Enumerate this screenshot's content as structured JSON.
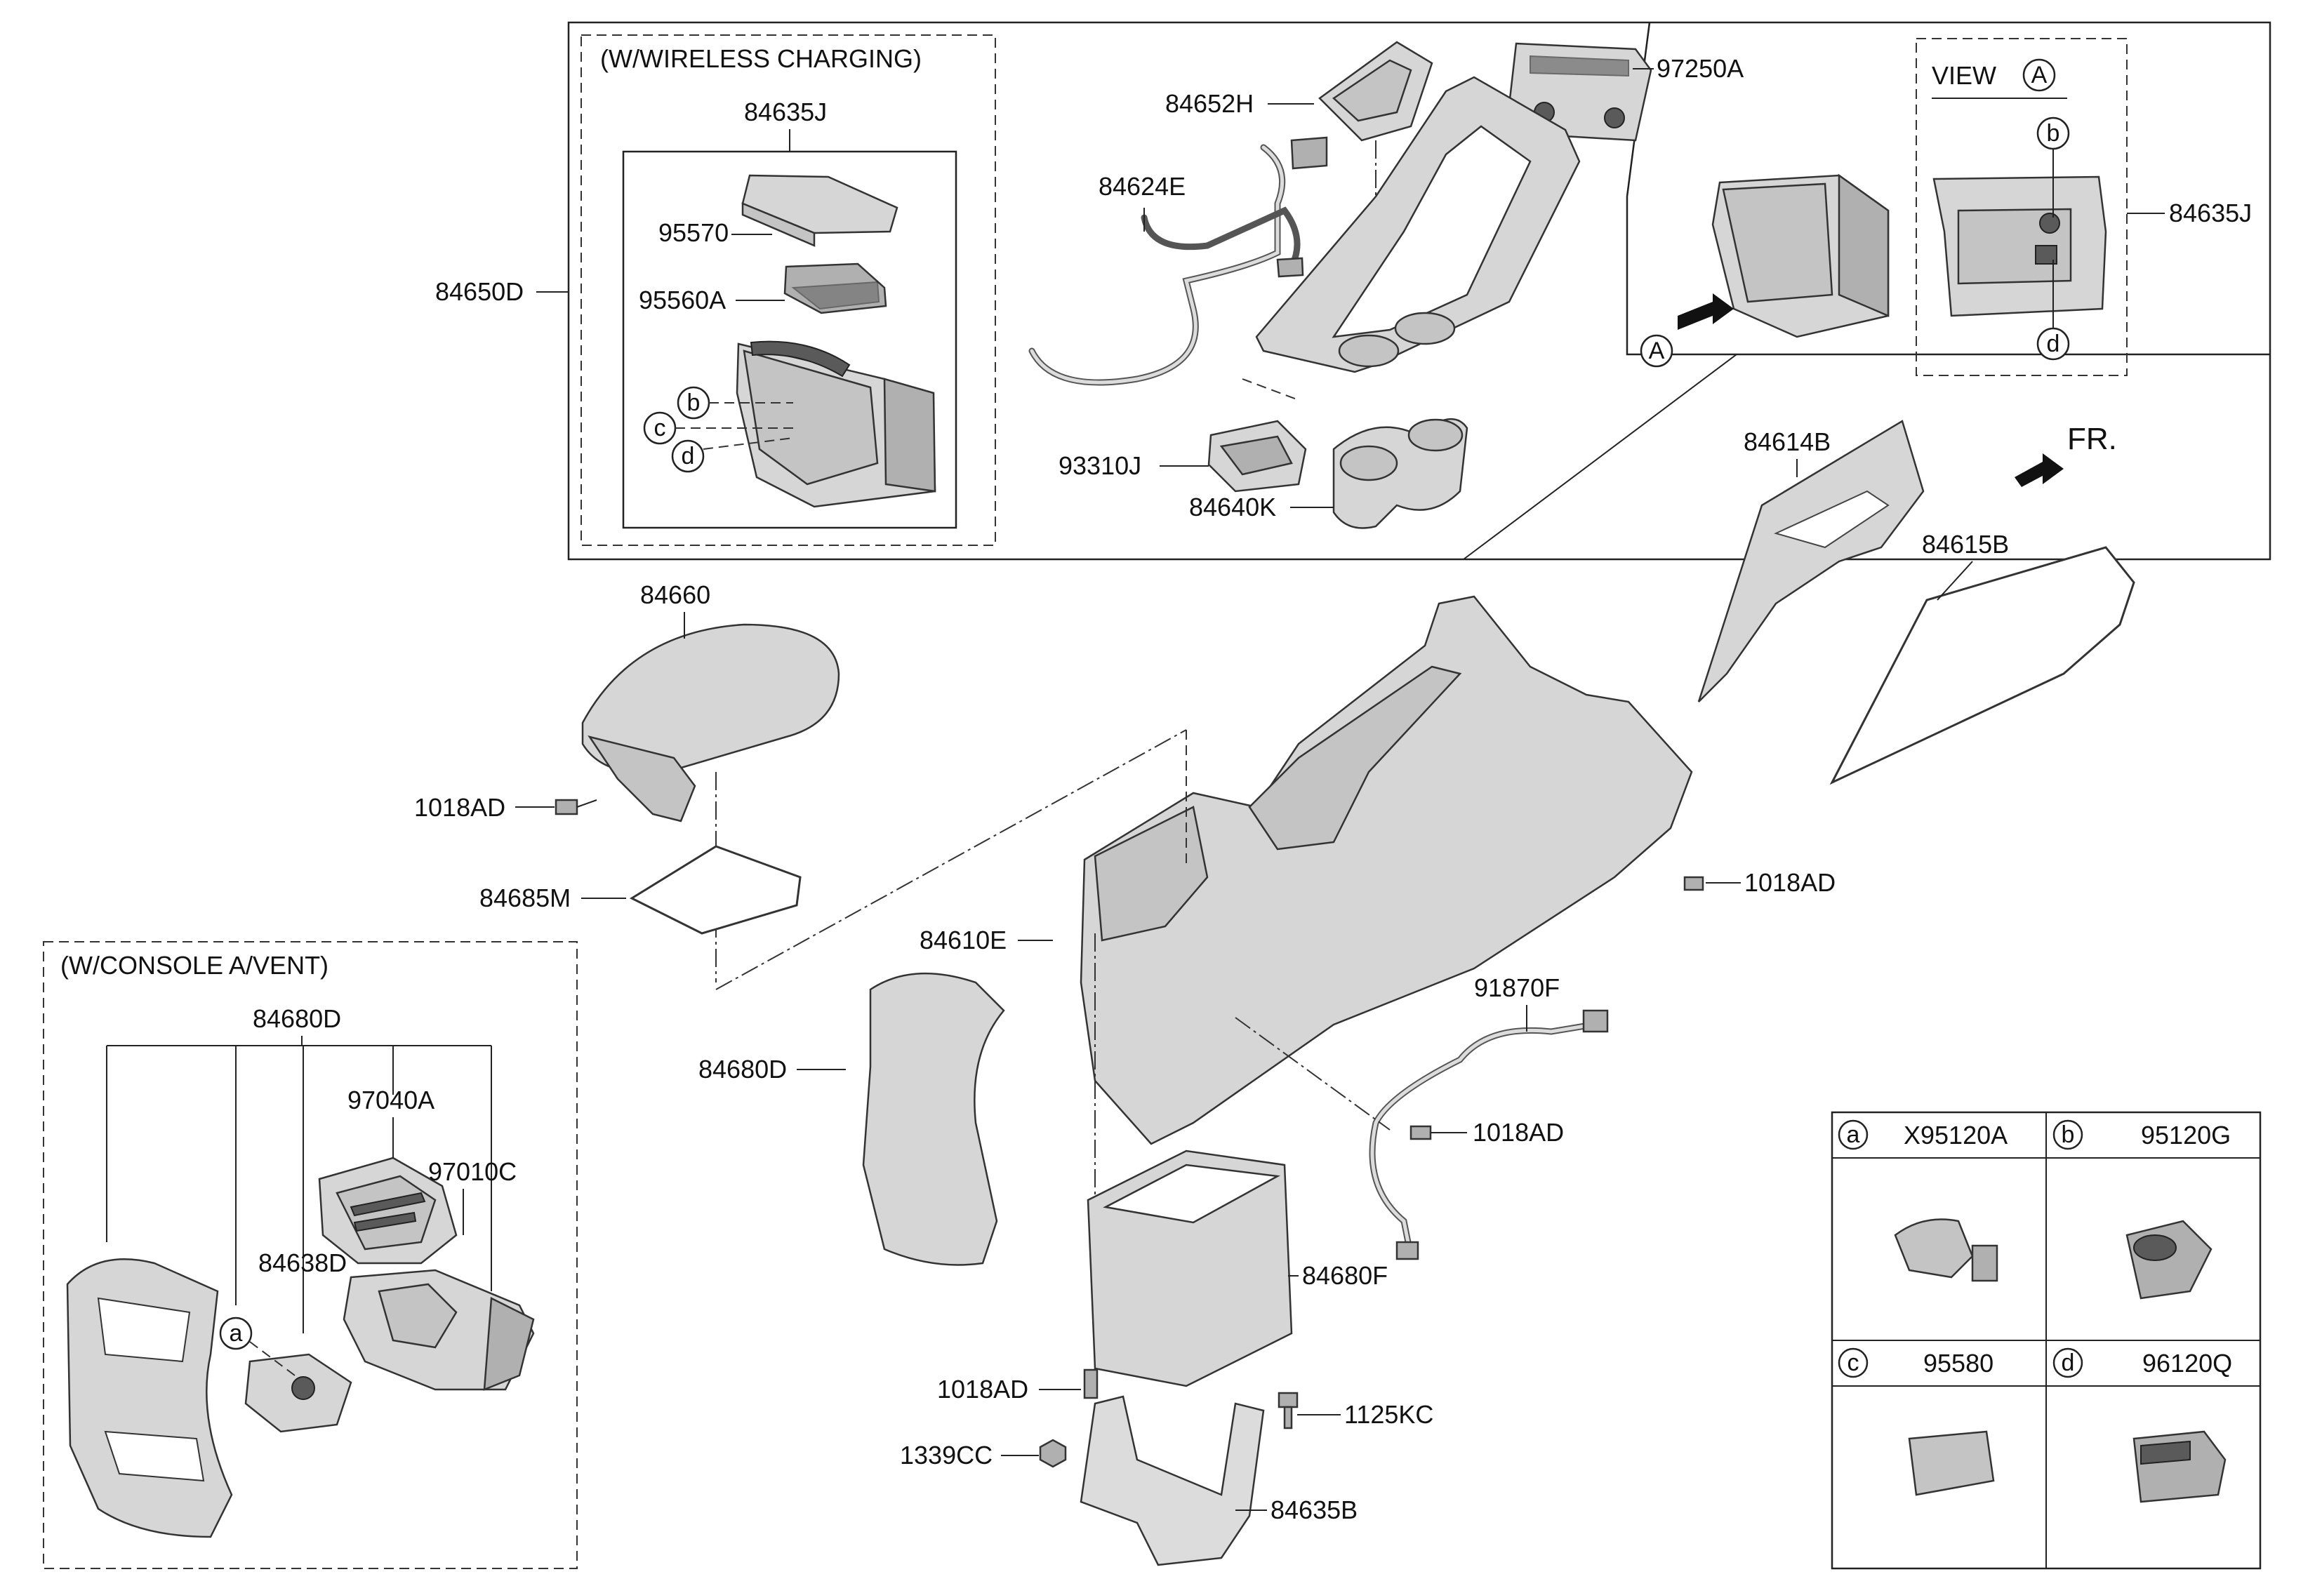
{
  "groups": {
    "wireless_charging": "(W/WIRELESS CHARGING)",
    "console_vent": "(W/CONSOLE A/VENT)",
    "view_a": "VIEW",
    "view_a_letter": "A",
    "front": "FR."
  },
  "labels": {
    "p84635J_top": "84635J",
    "p95570": "95570",
    "p95560A": "95560A",
    "p84650D": "84650D",
    "p84652H": "84652H",
    "p84624E": "84624E",
    "p97250A": "97250A",
    "p93310J": "93310J",
    "p84640K": "84640K",
    "p84635J_view": "84635J",
    "p84614B": "84614B",
    "p84615B": "84615B",
    "p84660": "84660",
    "p1018AD_1": "1018AD",
    "p84685M": "84685M",
    "p84610E": "84610E",
    "p1018AD_2": "1018AD",
    "p91870F": "91870F",
    "p1018AD_3": "1018AD",
    "p84680D_main": "84680D",
    "p84680F": "84680F",
    "p1018AD_4": "1018AD",
    "p1125KC": "1125KC",
    "p1339CC": "1339CC",
    "p84635B": "84635B",
    "p84680D_vent": "84680D",
    "p97040A": "97040A",
    "p97010C": "97010C",
    "p84638D": "84638D"
  },
  "callouts": {
    "a": "a",
    "b": "b",
    "c": "c",
    "d": "d",
    "A": "A"
  },
  "legend": [
    {
      "key": "a",
      "part": "X95120A"
    },
    {
      "key": "b",
      "part": "95120G"
    },
    {
      "key": "c",
      "part": "95580"
    },
    {
      "key": "d",
      "part": "96120Q"
    }
  ]
}
